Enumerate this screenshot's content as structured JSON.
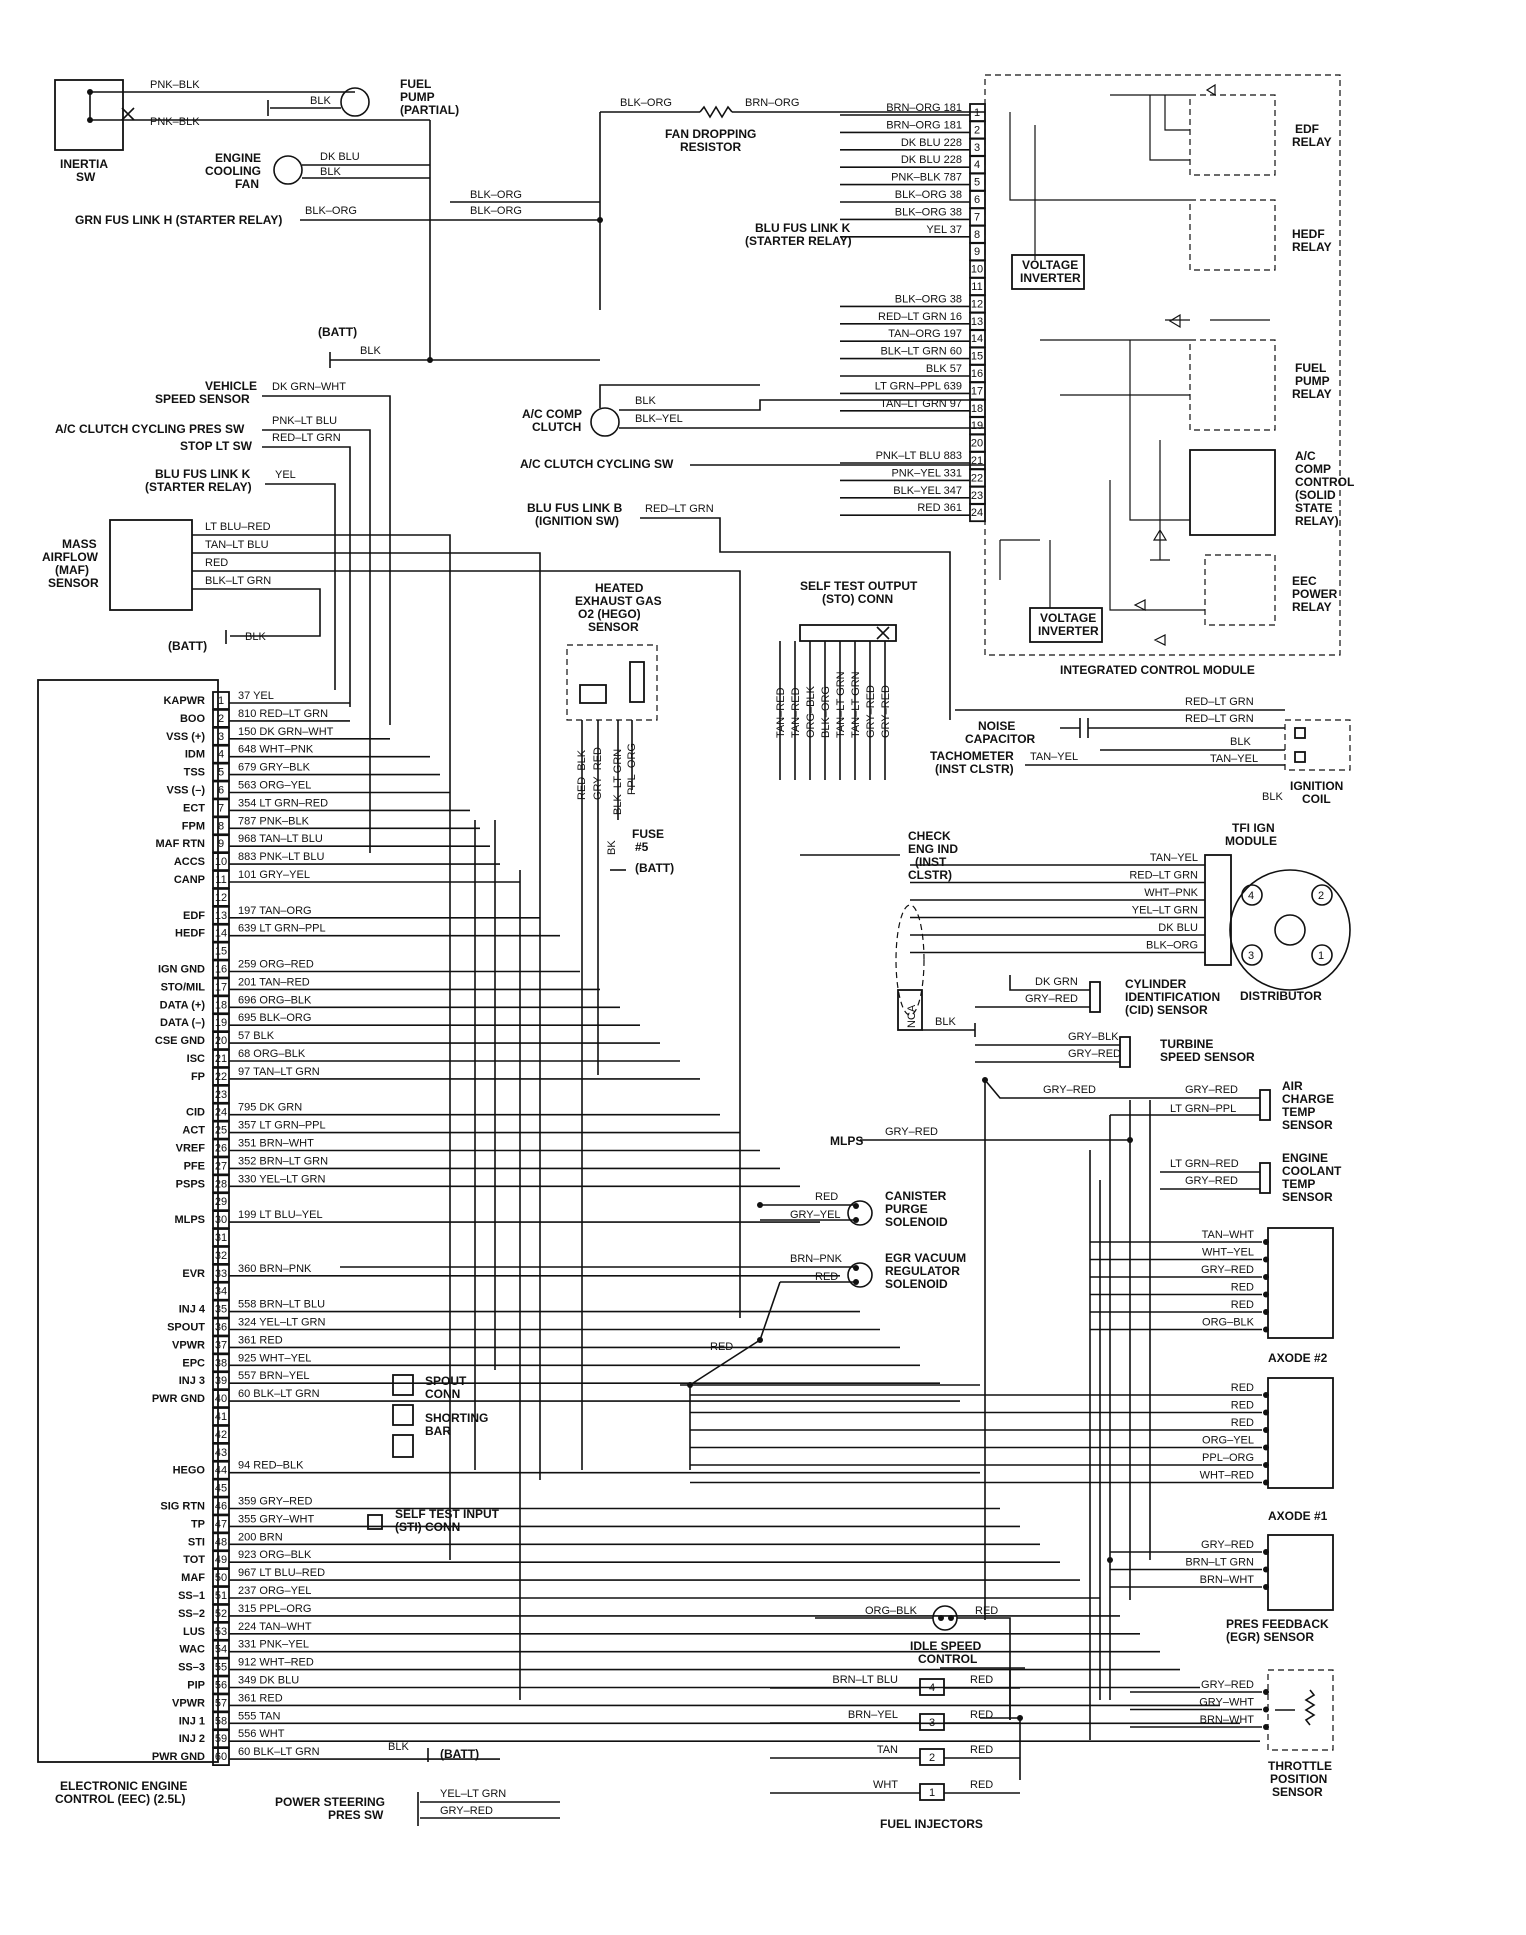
{
  "title_eec": [
    "ELECTRONIC ENGINE",
    "CONTROL (EEC) (2.5L)"
  ],
  "title_icm": "INTEGRATED CONTROL MODULE",
  "eec_pins": [
    {
      "n": "1",
      "label": "KAPWR",
      "wire": "37 YEL"
    },
    {
      "n": "2",
      "label": "BOO",
      "wire": "810 RED–LT GRN"
    },
    {
      "n": "3",
      "label": "VSS (+)",
      "wire": "150 DK GRN–WHT"
    },
    {
      "n": "4",
      "label": "IDM",
      "wire": "648 WHT–PNK"
    },
    {
      "n": "5",
      "label": "TSS",
      "wire": "679 GRY–BLK"
    },
    {
      "n": "6",
      "label": "VSS (–)",
      "wire": "563 ORG–YEL"
    },
    {
      "n": "7",
      "label": "ECT",
      "wire": "354 LT GRN–RED"
    },
    {
      "n": "8",
      "label": "FPM",
      "wire": "787 PNK–BLK"
    },
    {
      "n": "9",
      "label": "MAF RTN",
      "wire": "968 TAN–LT BLU"
    },
    {
      "n": "10",
      "label": "ACCS",
      "wire": "883 PNK–LT BLU"
    },
    {
      "n": "11",
      "label": "CANP",
      "wire": "101 GRY–YEL"
    },
    {
      "n": "12",
      "label": "",
      "wire": ""
    },
    {
      "n": "13",
      "label": "EDF",
      "wire": "197 TAN–ORG"
    },
    {
      "n": "14",
      "label": "HEDF",
      "wire": "639 LT GRN–PPL"
    },
    {
      "n": "15",
      "label": "",
      "wire": ""
    },
    {
      "n": "16",
      "label": "IGN GND",
      "wire": "259 ORG–RED"
    },
    {
      "n": "17",
      "label": "STO/MIL",
      "wire": "201 TAN–RED"
    },
    {
      "n": "18",
      "label": "DATA (+)",
      "wire": "696 ORG–BLK"
    },
    {
      "n": "19",
      "label": "DATA (–)",
      "wire": "695 BLK–ORG"
    },
    {
      "n": "20",
      "label": "CSE GND",
      "wire": "57 BLK"
    },
    {
      "n": "21",
      "label": "ISC",
      "wire": "68 ORG–BLK"
    },
    {
      "n": "22",
      "label": "FP",
      "wire": "97 TAN–LT GRN"
    },
    {
      "n": "23",
      "label": "",
      "wire": ""
    },
    {
      "n": "24",
      "label": "CID",
      "wire": "795 DK GRN"
    },
    {
      "n": "25",
      "label": "ACT",
      "wire": "357 LT GRN–PPL"
    },
    {
      "n": "26",
      "label": "VREF",
      "wire": "351 BRN–WHT"
    },
    {
      "n": "27",
      "label": "PFE",
      "wire": "352 BRN–LT GRN"
    },
    {
      "n": "28",
      "label": "PSPS",
      "wire": "330 YEL–LT GRN"
    },
    {
      "n": "29",
      "label": "",
      "wire": ""
    },
    {
      "n": "30",
      "label": "MLPS",
      "wire": "199 LT BLU–YEL"
    },
    {
      "n": "31",
      "label": "",
      "wire": ""
    },
    {
      "n": "32",
      "label": "",
      "wire": ""
    },
    {
      "n": "33",
      "label": "EVR",
      "wire": "360 BRN–PNK"
    },
    {
      "n": "34",
      "label": "",
      "wire": ""
    },
    {
      "n": "35",
      "label": "INJ 4",
      "wire": "558 BRN–LT BLU"
    },
    {
      "n": "36",
      "label": "SPOUT",
      "wire": "324 YEL–LT GRN"
    },
    {
      "n": "37",
      "label": "VPWR",
      "wire": "361 RED"
    },
    {
      "n": "38",
      "label": "EPC",
      "wire": "925 WHT–YEL"
    },
    {
      "n": "39",
      "label": "INJ 3",
      "wire": "557 BRN–YEL"
    },
    {
      "n": "40",
      "label": "PWR GND",
      "wire": "60 BLK–LT GRN"
    },
    {
      "n": "41",
      "label": "",
      "wire": ""
    },
    {
      "n": "42",
      "label": "",
      "wire": ""
    },
    {
      "n": "43",
      "label": "",
      "wire": ""
    },
    {
      "n": "44",
      "label": "HEGO",
      "wire": "94 RED–BLK"
    },
    {
      "n": "45",
      "label": "",
      "wire": ""
    },
    {
      "n": "46",
      "label": "SIG RTN",
      "wire": "359 GRY–RED"
    },
    {
      "n": "47",
      "label": "TP",
      "wire": "355 GRY–WHT"
    },
    {
      "n": "48",
      "label": "STI",
      "wire": "200 BRN"
    },
    {
      "n": "49",
      "label": "TOT",
      "wire": "923 ORG–BLK"
    },
    {
      "n": "50",
      "label": "MAF",
      "wire": "967 LT BLU–RED"
    },
    {
      "n": "51",
      "label": "SS–1",
      "wire": "237 ORG–YEL"
    },
    {
      "n": "52",
      "label": "SS–2",
      "wire": "315 PPL–ORG"
    },
    {
      "n": "53",
      "label": "LUS",
      "wire": "224 TAN–WHT"
    },
    {
      "n": "54",
      "label": "WAC",
      "wire": "331 PNK–YEL"
    },
    {
      "n": "55",
      "label": "SS–3",
      "wire": "912 WHT–RED"
    },
    {
      "n": "56",
      "label": "PIP",
      "wire": "349 DK BLU"
    },
    {
      "n": "57",
      "label": "VPWR",
      "wire": "361 RED"
    },
    {
      "n": "58",
      "label": "INJ 1",
      "wire": "555 TAN"
    },
    {
      "n": "59",
      "label": "INJ 2",
      "wire": "556 WHT"
    },
    {
      "n": "60",
      "label": "PWR GND",
      "wire": "60 BLK–LT GRN"
    }
  ],
  "icm_pins": [
    {
      "n": "1",
      "wire": "BRN–ORG 181"
    },
    {
      "n": "2",
      "wire": "BRN–ORG 181"
    },
    {
      "n": "3",
      "wire": "DK BLU 228"
    },
    {
      "n": "4",
      "wire": "DK BLU 228"
    },
    {
      "n": "5",
      "wire": "PNK–BLK 787"
    },
    {
      "n": "6",
      "wire": "BLK–ORG 38"
    },
    {
      "n": "7",
      "wire": "BLK–ORG 38"
    },
    {
      "n": "8",
      "wire": "YEL 37"
    },
    {
      "n": "9",
      "wire": ""
    },
    {
      "n": "10",
      "wire": ""
    },
    {
      "n": "11",
      "wire": ""
    },
    {
      "n": "12",
      "wire": "BLK–ORG 38"
    },
    {
      "n": "13",
      "wire": "RED–LT GRN 16"
    },
    {
      "n": "14",
      "wire": "TAN–ORG 197"
    },
    {
      "n": "15",
      "wire": "BLK–LT GRN 60"
    },
    {
      "n": "16",
      "wire": "BLK 57"
    },
    {
      "n": "17",
      "wire": "LT GRN–PPL 639"
    },
    {
      "n": "18",
      "wire": "TAN–LT GRN 97"
    },
    {
      "n": "19",
      "wire": ""
    },
    {
      "n": "20",
      "wire": ""
    },
    {
      "n": "21",
      "wire": "PNK–LT BLU 883"
    },
    {
      "n": "22",
      "wire": "PNK–YEL 331"
    },
    {
      "n": "23",
      "wire": "BLK–YEL 347"
    },
    {
      "n": "24",
      "wire": "RED 361"
    }
  ],
  "top_left": {
    "inertia": [
      "INERTIA",
      "SW"
    ],
    "pnk_blk": "PNK–BLK",
    "blk": "BLK",
    "fuel_pump": [
      "FUEL",
      "PUMP",
      "(PARTIAL)"
    ],
    "cooling_fan": [
      "ENGINE",
      "COOLING",
      "FAN"
    ],
    "dk_blu": "DK BLU",
    "grn_fus": "GRN FUS LINK H (STARTER RELAY)",
    "blk_org": "BLK–ORG",
    "batt": "(BATT)",
    "fan_res": [
      "FAN DROPPING",
      "RESISTOR"
    ],
    "brn_org": "BRN–ORG",
    "blu_fus_k_top": [
      "BLU FUS LINK K",
      "(STARTER RELAY)"
    ]
  },
  "left_side": {
    "vss": [
      "VEHICLE",
      "SPEED SENSOR"
    ],
    "vss_wire": "DK GRN–WHT",
    "accs": "A/C CLUTCH CYCLING PRES SW",
    "accs_wire": "PNK–LT BLU",
    "stop": "STOP LT SW",
    "stop_wire": "RED–LT GRN",
    "blu_fus_k": [
      "BLU FUS LINK K",
      "(STARTER RELAY)"
    ],
    "yel": "YEL",
    "maf": [
      "MASS",
      "AIRFLOW",
      "(MAF)",
      "SENSOR"
    ],
    "maf_w1": "LT BLU–RED",
    "maf_w2": "TAN–LT BLU",
    "maf_w3": "RED",
    "maf_w4": "BLK–LT GRN",
    "batt": "(BATT)",
    "blk": "BLK"
  },
  "mid": {
    "ac_comp": [
      "A/C COMP",
      "CLUTCH"
    ],
    "blk": "BLK",
    "blk_yel": "BLK–YEL",
    "ac_sw": "A/C CLUTCH CYCLING SW",
    "blu_fus_b": [
      "BLU FUS LINK B",
      "(IGNITION SW)"
    ],
    "red_lt_grn": "RED–LT GRN",
    "hego": [
      "HEATED",
      "EXHAUST GAS",
      "O2 (HEGO)",
      "SENSOR"
    ],
    "hego_wires": [
      "RED–BLK",
      "GRY–RED",
      "BLK–LT GRN",
      "PPL–ORG"
    ],
    "fuse": [
      "FUSE",
      "#5"
    ],
    "fuse_bk": "BK",
    "fuse_batt": "(BATT)",
    "sto": [
      "SELF TEST OUTPUT",
      "(STO) CONN"
    ],
    "sto_wires": [
      "TAN–RED",
      "TAN–RED",
      "ORG–BLK",
      "BLK–ORG",
      "TAN–LT GRN",
      "TAN–LT GRN",
      "GRY–RED",
      "GRY–RED"
    ],
    "check": [
      "CHECK",
      "ENG IND",
      "(INST",
      "CLSTR)"
    ],
    "nca": "NCA",
    "spout": [
      "SPOUT",
      "CONN"
    ],
    "shorting": [
      "SHORTING",
      "BAR"
    ],
    "sti": [
      "SELF TEST INPUT",
      "(STI) CONN"
    ],
    "canister": [
      "CANISTER",
      "PURGE",
      "SOLENOID"
    ],
    "can_red": "RED",
    "can_gy": "GRY–YEL",
    "egr": [
      "EGR VACUUM",
      "REGULATOR",
      "SOLENOID"
    ],
    "egr_bp": "BRN–PNK",
    "egr_red": "RED",
    "red_left": "RED",
    "mlps": "MLPS",
    "mlps_wire": "GRY–RED",
    "isc": [
      "IDLE SPEED",
      "CONTROL"
    ],
    "isc_ob": "ORG–BLK",
    "isc_red": "RED",
    "inj": "FUEL INJECTORS",
    "inj_rows": [
      {
        "w": "BRN–LT BLU",
        "n": "4",
        "r": "RED"
      },
      {
        "w": "BRN–YEL",
        "n": "3",
        "r": "RED"
      },
      {
        "w": "TAN",
        "n": "2",
        "r": "RED"
      },
      {
        "w": "WHT",
        "n": "1",
        "r": "RED"
      }
    ],
    "pss": [
      "POWER STEERING",
      "PRES SW"
    ],
    "pss_w1": "YEL–LT GRN",
    "pss_w2": "GRY–RED",
    "pwr_blk": "BLK",
    "pwr_batt": "(BATT)"
  },
  "right": {
    "edf": [
      "EDF",
      "RELAY"
    ],
    "hedf": [
      "HEDF",
      "RELAY"
    ],
    "fuel_pump": [
      "FUEL",
      "PUMP",
      "RELAY"
    ],
    "ac_ctrl": [
      "A/C",
      "COMP",
      "CONTROL",
      "(SOLID",
      "STATE",
      "RELAY)"
    ],
    "eec_pwr": [
      "EEC",
      "POWER",
      "RELAY"
    ],
    "volt_inv": [
      "VOLTAGE",
      "INVERTER"
    ],
    "noise": [
      "NOISE",
      "CAPACITOR"
    ],
    "tach": [
      "TACHOMETER",
      "(INST CLSTR)"
    ],
    "tan_yel": "TAN–YEL",
    "coil_w1": "RED–LT GRN",
    "coil_w2": "RED–LT GRN",
    "coil_blk": "BLK",
    "coil_ty": "TAN–YEL",
    "coil_blk2": "BLK",
    "coil": [
      "IGNITION",
      "COIL"
    ],
    "tfi": [
      "TFI IGN",
      "MODULE"
    ],
    "tfi_wires": [
      "TAN–YEL",
      "RED–LT GRN",
      "WHT–PNK",
      "YEL–LT GRN",
      "DK BLU",
      "BLK–ORG"
    ],
    "dist": "DISTRIBUTOR",
    "dist_nums": [
      "4",
      "2",
      "3",
      "1"
    ],
    "cid": [
      "CYLINDER",
      "IDENTIFICATION",
      "(CID) SENSOR"
    ],
    "cid_w1": "DK GRN",
    "cid_w2": "GRY–RED",
    "turbine": [
      "TURBINE",
      "SPEED SENSOR"
    ],
    "tur_w1": "GRY–BLK",
    "tur_w2": "GRY–RED",
    "act": [
      "AIR",
      "CHARGE",
      "TEMP",
      "SENSOR"
    ],
    "act_w1": "GRY–RED",
    "act_w2": "LT GRN–PPL",
    "gry_red_mid": "GRY–RED",
    "ect": [
      "ENGINE",
      "COOLANT",
      "TEMP",
      "SENSOR"
    ],
    "ect_w1": "LT GRN–RED",
    "ect_w2": "GRY–RED",
    "axode2": "AXODE #2",
    "ax2_wires": [
      "TAN–WHT",
      "WHT–YEL",
      "GRY–RED",
      "RED",
      "RED",
      "ORG–BLK"
    ],
    "axode1": "AXODE #1",
    "ax1_wires": [
      "RED",
      "RED",
      "RED",
      "ORG–YEL",
      "PPL–ORG",
      "WHT–RED"
    ],
    "egr_fb": [
      "PRES FEEDBACK",
      "(EGR) SENSOR"
    ],
    "fb_wires": [
      "GRY–RED",
      "BRN–LT GRN",
      "BRN–WHT"
    ],
    "tps": [
      "THROTTLE",
      "POSITION",
      "SENSOR"
    ],
    "tps_wires": [
      "GRY–RED",
      "GRY–WHT",
      "BRN–WHT"
    ]
  }
}
